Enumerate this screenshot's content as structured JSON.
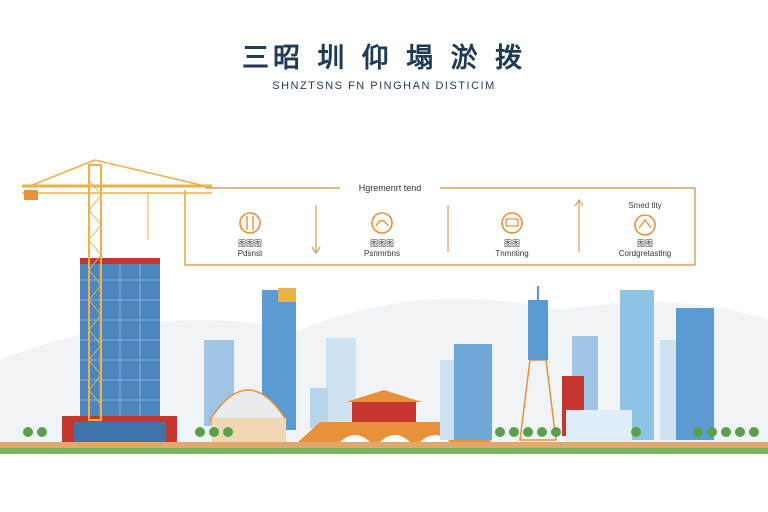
{
  "header": {
    "title": "三昭 圳 仰 塌 淤 拨",
    "subtitle": "SHNZTSNS FN PINGHAN DISTICIM"
  },
  "panel": {
    "heading": "Hgremenrt tend",
    "corner_label": "Smed tlty",
    "items": [
      {
        "icon": "spoon-icon",
        "label_top": "图图图",
        "label": "Pdsnst"
      },
      {
        "icon": "hand-icon",
        "label_top": "图图图",
        "label": "Psnmrbns"
      },
      {
        "icon": "book-icon",
        "label_top": "图图",
        "label": "Tnmnting"
      },
      {
        "icon": "house-icon",
        "label_top": "图图",
        "label": "Cordgretasting"
      }
    ]
  },
  "colors": {
    "title": "#1f3b57",
    "accent_orange": "#e8913a",
    "crane": "#eab24a",
    "ground": "#7ab15c",
    "sky_blue": "#8fc3e6"
  }
}
